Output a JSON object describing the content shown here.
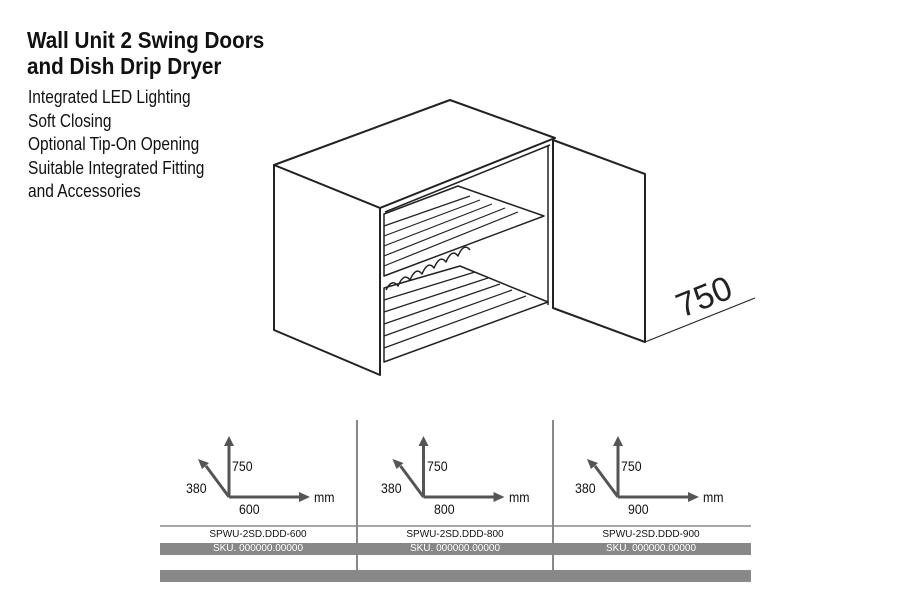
{
  "title": {
    "line1": "Wall Unit 2 Swing Doors",
    "line2": "and Dish Drip Dryer"
  },
  "features": [
    "Integrated LED Lighting",
    "Soft Closing",
    "Optional Tip-On Opening",
    "Suitable Integrated Fitting",
    "and Accessories"
  ],
  "drawing": {
    "height_dimension": "750"
  },
  "variants": [
    {
      "height": "750",
      "depth": "380",
      "width": "600",
      "unit": "mm",
      "model": "SPWU-2SD.DDD-600",
      "sku": "SKU. 000000.00000"
    },
    {
      "height": "750",
      "depth": "380",
      "width": "800",
      "unit": "mm",
      "model": "SPWU-2SD.DDD-800",
      "sku": "SKU. 000000.00000"
    },
    {
      "height": "750",
      "depth": "380",
      "width": "900",
      "unit": "mm",
      "model": "SPWU-2SD.DDD-900",
      "sku": "SKU. 000000.00000"
    }
  ],
  "colors": {
    "band": "#888888",
    "line": "#555555"
  }
}
